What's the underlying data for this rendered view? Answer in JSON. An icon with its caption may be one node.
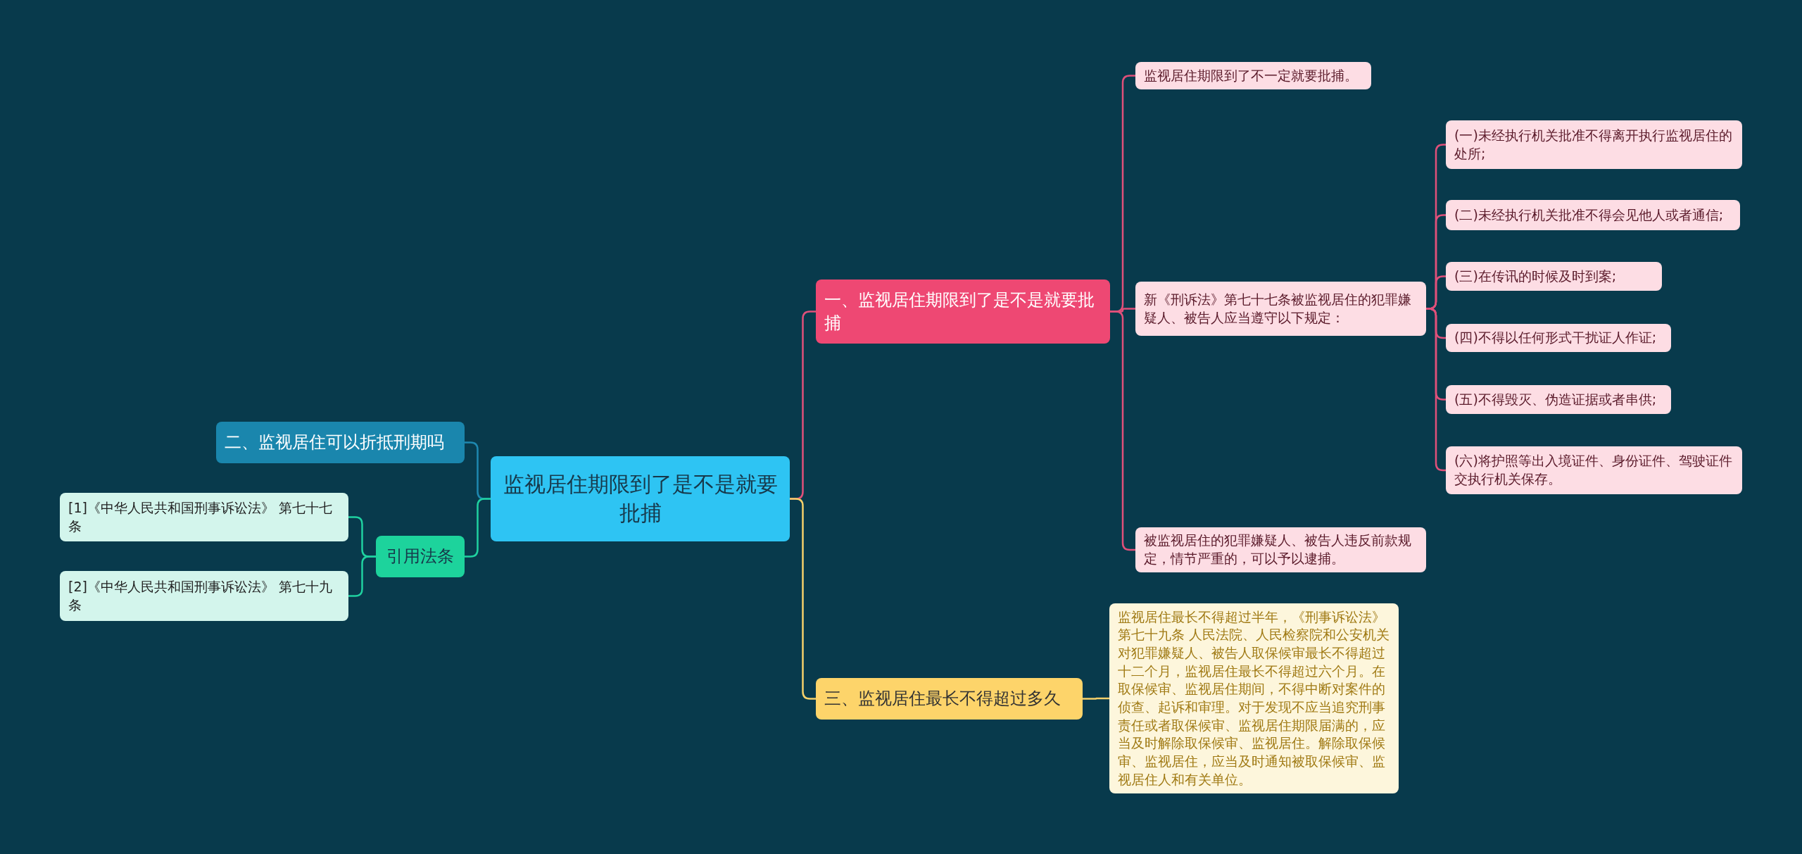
{
  "diagram": {
    "nodes": [
      {
        "text": [
          "监视居住期限到了是不是就要批捕"
        ]
      },
      {
        "text": [
          "一、监视居住期限到了是不是就要批捕"
        ]
      },
      {
        "text": [
          "监视居住期限到了不一定就要批捕。"
        ]
      },
      {
        "text": [
          "新《刑诉法》第七十七条被监视居住的犯罪嫌疑人、被告人应当遵守以下规定："
        ]
      },
      {
        "text": [
          "(一)未经执行机关批准不得离开执行监视居住的处所;"
        ]
      },
      {
        "text": [
          "(二)未经执行机关批准不得会见他人或者通信;"
        ]
      },
      {
        "text": [
          "(三)在传讯的时候及时到案;"
        ]
      },
      {
        "text": [
          "(四)不得以任何形式干扰证人作证;"
        ]
      },
      {
        "text": [
          "(五)不得毁灭、伪造证据或者串供;"
        ]
      },
      {
        "text": [
          "(六)将护照等出入境证件、身份证件、驾驶证件交执行机关保存。"
        ]
      },
      {
        "text": [
          "被监视居住的犯罪嫌疑人、被告人违反前款规定，情节严重的，可以予以逮捕。"
        ]
      },
      {
        "text": [
          "二、监视居住可以折抵刑期吗"
        ]
      },
      {
        "text": [
          "三、监视居住最长不得超过多久"
        ]
      },
      {
        "text": [
          "监视居住最长不得超过半年，《刑事诉讼法》第七十九条 人民法院、人民检察院和公安机关对犯罪嫌疑人、被告人取保候审最长不得超过十二个月，监视居住最长不得超过六个月。在取保候审、监视居住期间，不得中断对案件的侦查、起诉和审理。对于发现不应当追究刑事责任或者取保候审、监视居住期限届满的，应当及时解除取保候审、监视居住。解除取保候审、监视居住，应当及时通知被取保候审、监视居住人和有关单位。"
        ]
      },
      {
        "text": [
          "引用法条"
        ]
      },
      {
        "text": [
          "[1]《中华人民共和国刑事诉讼法》 第七十七条"
        ]
      },
      {
        "text": [
          "[2]《中华人民共和国刑事诉讼法》 第七十九条"
        ]
      }
    ],
    "edges": [
      {
        "from": 0,
        "to": 1,
        "arrow": "none"
      },
      {
        "from": 1,
        "to": 2,
        "arrow": "none"
      },
      {
        "from": 1,
        "to": 3,
        "arrow": "none"
      },
      {
        "from": 3,
        "to": 4,
        "arrow": "none"
      },
      {
        "from": 3,
        "to": 5,
        "arrow": "none"
      },
      {
        "from": 3,
        "to": 6,
        "arrow": "none"
      },
      {
        "from": 3,
        "to": 7,
        "arrow": "none"
      },
      {
        "from": 3,
        "to": 8,
        "arrow": "none"
      },
      {
        "from": 3,
        "to": 9,
        "arrow": "none"
      },
      {
        "from": 1,
        "to": 10,
        "arrow": "none"
      },
      {
        "from": 0,
        "to": 11,
        "arrow": "none",
        "color": "#1e88b0"
      },
      {
        "from": 0,
        "to": 12,
        "arrow": "none",
        "color": "#f5d06a"
      },
      {
        "from": 12,
        "to": 13,
        "arrow": "none",
        "color": "#f5d06a"
      },
      {
        "from": 0,
        "to": 14,
        "arrow": "none",
        "color": "#1fd1a0"
      },
      {
        "from": 14,
        "to": 15,
        "arrow": "none",
        "color": "#1fd1a0"
      },
      {
        "from": 14,
        "to": 16,
        "arrow": "none",
        "color": "#1fd1a0"
      }
    ]
  }
}
